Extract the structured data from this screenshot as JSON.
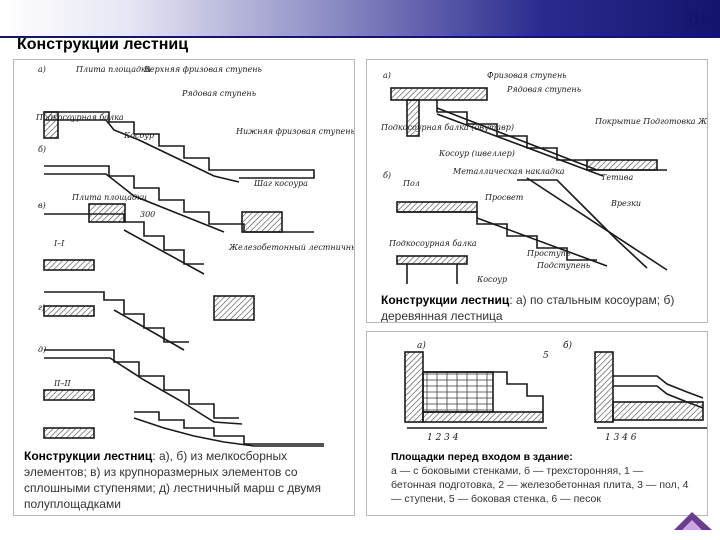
{
  "slide": {
    "title": "Конструкции лестниц",
    "number": "88"
  },
  "panel_left": {
    "caption_title": "Конструкции лестниц",
    "caption_text": ": а), б) из мелкосборных элементов; в) из крупноразмерных элементов со сплошными ступенями; д) лестничный марш с двумя полуплощадками",
    "labels": {
      "a": "а)",
      "b": "б)",
      "v": "в)",
      "g": "г)",
      "d": "д)",
      "plita": "Плита площадки",
      "verh": "Верхняя фризовая ступень",
      "ryad": "Рядовая ступень",
      "balka": "Подкосоурная балка",
      "kosour": "Косоур",
      "nizh": "Нижняя фризовая ступень",
      "shag": "Шаг косоура",
      "plita2": "Плита площадки",
      "zhb": "Железобетонный лестничный марш с зубчатыми стойками",
      "s1": "I–I",
      "s2": "II–II",
      "d300": "300"
    }
  },
  "panel_right_top": {
    "caption_title": "Конструкции лестниц",
    "caption_text": ": а) по стальным косоурам; б) деревянная лестница",
    "labels": {
      "a": "а)",
      "b": "б)",
      "friz": "Фризовая ступень",
      "ryad": "Рядовая ступень",
      "balka": "Подкосоурная балка (двутавр)",
      "kosour": "Косоур (швеллер)",
      "pokr": "Покрытие Подготовка Железобетонная плита",
      "pol": "Пол",
      "prosvet": "Просвет",
      "metal": "Металлическая накладка",
      "tetiva": "Тетива",
      "vreski": "Врезки",
      "balka2": "Подкосоурная балка",
      "prostup": "Проступь",
      "podstup": "Подступень",
      "kosour2": "Косоур"
    }
  },
  "panel_right_bottom": {
    "caption_title": "Площадки перед входом в здание:",
    "caption_text": "а — с боковыми стенками, б — трехсторонняя, 1 — бетонная подготовка, 2 — железобетонная плита, 3 — пол, 4 — ступени, 5 — боковая стенка, 6 — песок",
    "labels": {
      "a": "а)",
      "b": "б)",
      "n5": "5",
      "nums_a": "1 2 3 4",
      "nums_b": "1 3 4 6"
    }
  },
  "colors": {
    "accent": "#14146e",
    "drawing": "#1a1a1a",
    "hatch": "#555555"
  }
}
